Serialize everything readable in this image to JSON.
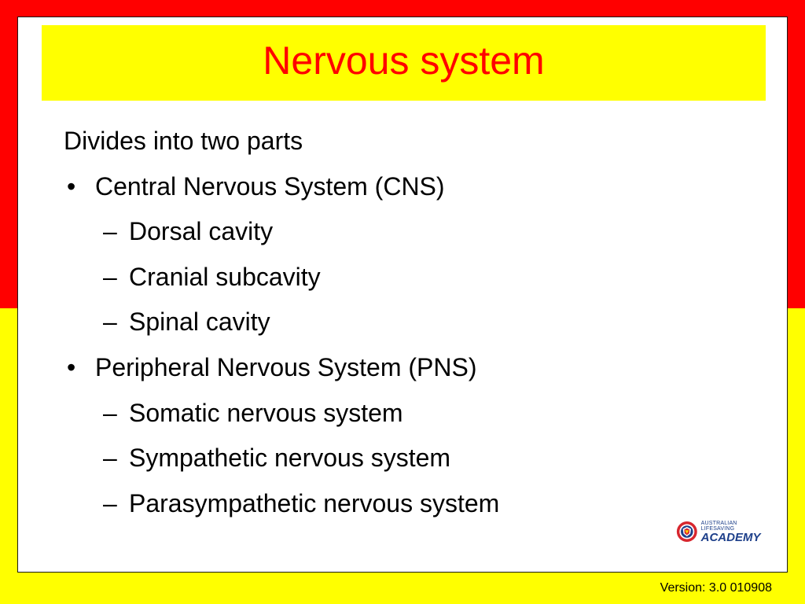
{
  "colors": {
    "background_top": "#FF0000",
    "background_bottom": "#FFFF00",
    "title_bar": "#FFFF00",
    "title_text": "#FF0000",
    "body_text": "#000000",
    "panel": "#FFFFFF"
  },
  "slide": {
    "title": "Nervous system",
    "items": [
      {
        "level": 0,
        "marker": "",
        "text": "Divides into two parts"
      },
      {
        "level": 1,
        "marker": "•",
        "text": "Central Nervous System (CNS)"
      },
      {
        "level": 2,
        "marker": "–",
        "text": "Dorsal cavity"
      },
      {
        "level": 2,
        "marker": "–",
        "text": "Cranial subcavity"
      },
      {
        "level": 2,
        "marker": "–",
        "text": "Spinal cavity"
      },
      {
        "level": 1,
        "marker": "•",
        "text": "Peripheral Nervous System (PNS)"
      },
      {
        "level": 2,
        "marker": "–",
        "text": "Somatic nervous system"
      },
      {
        "level": 2,
        "marker": "–",
        "text": "Sympathetic nervous system"
      },
      {
        "level": 2,
        "marker": "–",
        "text": "Parasympathetic nervous system"
      }
    ]
  },
  "footer": {
    "logo_line1": "AUSTRALIAN LIFESAVING",
    "logo_line2": "ACADEMY",
    "logo_icon": "lifesaving-emblem-icon",
    "version": "Version: 3.0 010908"
  }
}
